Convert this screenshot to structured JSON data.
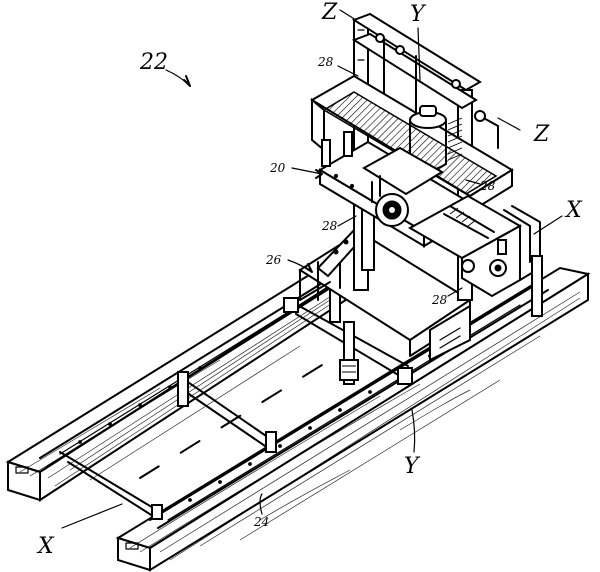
{
  "figure_reference": "22",
  "labels": {
    "sawmill": "20",
    "track": "24",
    "frame": "26",
    "post_upper_left": "28",
    "post_right": "28",
    "post_lower_left": "28",
    "post_bottom": "28"
  },
  "axes": {
    "z_top": "Z",
    "z_right": "Z",
    "y_top": "Y",
    "y_bottom": "Y",
    "x_right": "X",
    "x_left": "X"
  }
}
